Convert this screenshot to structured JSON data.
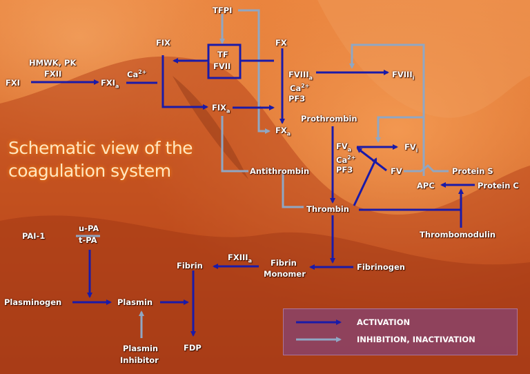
{
  "title": [
    "Schematic view of the",
    "coagulation system"
  ],
  "nodes": {
    "tfpi": "TFPI",
    "fix": "FIX",
    "fx": "FX",
    "tf": "TF",
    "fvii": "FVII",
    "hmwk_pk": "HMWK, PK",
    "fxii": "FXII",
    "fxi": "FXI",
    "fxia": "FXI",
    "ca_1": "Ca",
    "fviiia": "FVIII",
    "fviiii": "FVIII",
    "ca_2": "Ca",
    "pf3_1": "PF3",
    "fixa": "FIX",
    "prothrombin": "Prothrombin",
    "fxa": "FX",
    "fva": "FV",
    "fvi": "FV",
    "ca_3": "Ca",
    "pf3_2": "PF3",
    "fv": "FV",
    "protein_s": "Protein S",
    "apc": "APC",
    "protein_c": "Protein C",
    "antithrombin": "Antithrombin",
    "thrombin": "Thrombin",
    "thrombomodulin": "Thrombomodulin",
    "pai1": "PAI-1",
    "upa": "u-PA",
    "tpa": "t-PA",
    "fxiiia": "FXIII",
    "fibrin": "Fibrin",
    "fibrin_monomer_1": "Fibrin",
    "fibrin_monomer_2": "Monomer",
    "fibrinogen": "Fibrinogen",
    "plasminogen": "Plasminogen",
    "plasmin": "Plasmin",
    "plasmin_inhibitor_1": "Plasmin",
    "plasmin_inhibitor_2": "Inhibitor",
    "fdp": "FDP"
  },
  "subs": {
    "a": "a",
    "i": "i",
    "ca": "2+"
  },
  "legend": {
    "activation": "ACTIVATION",
    "inhibition": "INHIBITION, INACTIVATION"
  },
  "colors": {
    "activation": "#1a1aa8",
    "inhibition": "#8fa7c4"
  }
}
